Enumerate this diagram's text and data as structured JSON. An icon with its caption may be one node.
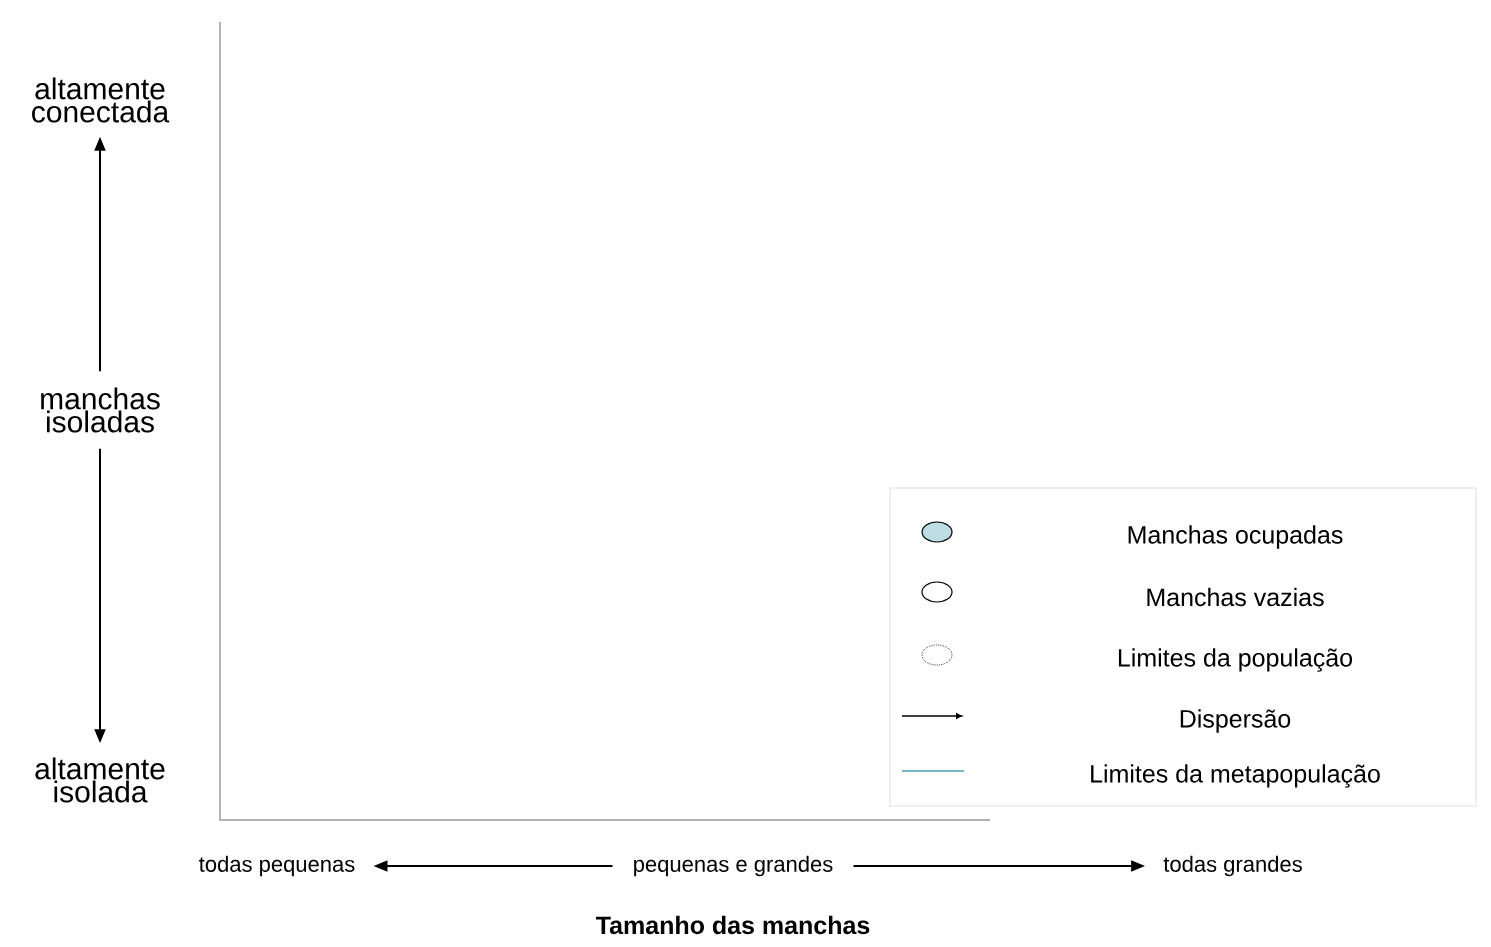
{
  "diagram": {
    "nodes": [
      {
        "text": [
          "altamente conectada"
        ]
      },
      {
        "text": [
          "manchas isoladas"
        ]
      },
      {
        "text": [
          "altamente isolada"
        ]
      },
      {
        "text": [
          "todas pequenas"
        ]
      },
      {
        "text": [
          "pequenas e grandes"
        ]
      },
      {
        "text": [
          "todas grandes"
        ]
      }
    ],
    "edges": [
      {
        "from": 1,
        "to": 0,
        "arrow": "to"
      },
      {
        "from": 1,
        "to": 2,
        "arrow": "to"
      },
      {
        "from": 4,
        "to": 3,
        "arrow": "to"
      },
      {
        "from": 4,
        "to": 5,
        "arrow": "to"
      }
    ],
    "labels": [
      "Tamanho das manchas"
    ],
    "legend": [
      {
        "text": "Manchas ocupadas"
      },
      {
        "text": "Manchas vazias"
      },
      {
        "text": "Limites da população"
      },
      {
        "text": "Dispersão"
      },
      {
        "text": "Limites da metapopulação"
      }
    ]
  }
}
